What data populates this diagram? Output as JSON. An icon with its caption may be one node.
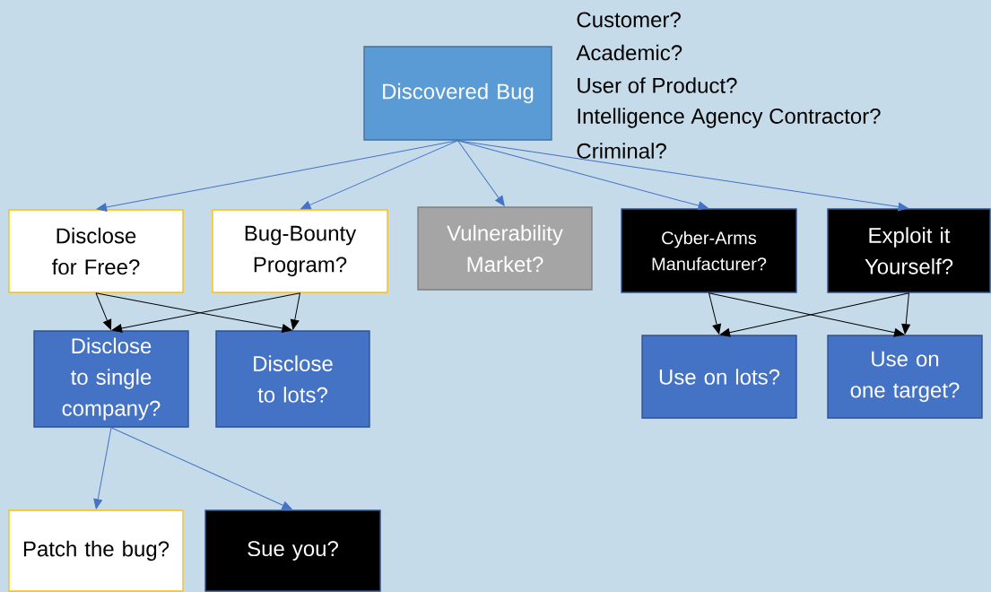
{
  "diagram": {
    "nodes": [
      {
        "text": [
          "Discovered Bug"
        ]
      },
      {
        "text": [
          "Disclose for Free?"
        ]
      },
      {
        "text": [
          "Bug-Bounty Program?"
        ]
      },
      {
        "text": [
          "Vulnerability Market?"
        ]
      },
      {
        "text": [
          "Cyber-Arms Manufacturer?"
        ]
      },
      {
        "text": [
          "Exploit it Yourself?"
        ]
      },
      {
        "text": [
          "Disclose to single company?"
        ]
      },
      {
        "text": [
          "Disclose to lots?"
        ]
      },
      {
        "text": [
          "Use on lots?"
        ]
      },
      {
        "text": [
          "Use on one target?"
        ]
      },
      {
        "text": [
          "Patch the bug?"
        ]
      },
      {
        "text": [
          "Sue you?"
        ]
      }
    ],
    "edges": [
      {
        "from": 0,
        "to": 1,
        "arrow": "to",
        "color": "#4472c4"
      },
      {
        "from": 0,
        "to": 2,
        "arrow": "to",
        "color": "#4472c4"
      },
      {
        "from": 0,
        "to": 3,
        "arrow": "to",
        "color": "#4472c4"
      },
      {
        "from": 0,
        "to": 4,
        "arrow": "to",
        "color": "#4472c4"
      },
      {
        "from": 0,
        "to": 5,
        "arrow": "to",
        "color": "#4472c4"
      },
      {
        "from": 1,
        "to": 6,
        "arrow": "to"
      },
      {
        "from": 1,
        "to": 7,
        "arrow": "to"
      },
      {
        "from": 2,
        "to": 6,
        "arrow": "to"
      },
      {
        "from": 2,
        "to": 7,
        "arrow": "to"
      },
      {
        "from": 4,
        "to": 8,
        "arrow": "to"
      },
      {
        "from": 4,
        "to": 9,
        "arrow": "to"
      },
      {
        "from": 5,
        "to": 8,
        "arrow": "to"
      },
      {
        "from": 5,
        "to": 9,
        "arrow": "to"
      },
      {
        "from": 6,
        "to": 10,
        "arrow": "to",
        "color": "#4472c4"
      },
      {
        "from": 6,
        "to": 11,
        "arrow": "to",
        "color": "#4472c4"
      }
    ],
    "labels": [
      "Customer?",
      "Academic?",
      "User of Product?",
      "Intelligence Agency Contractor?",
      "Criminal?"
    ]
  }
}
